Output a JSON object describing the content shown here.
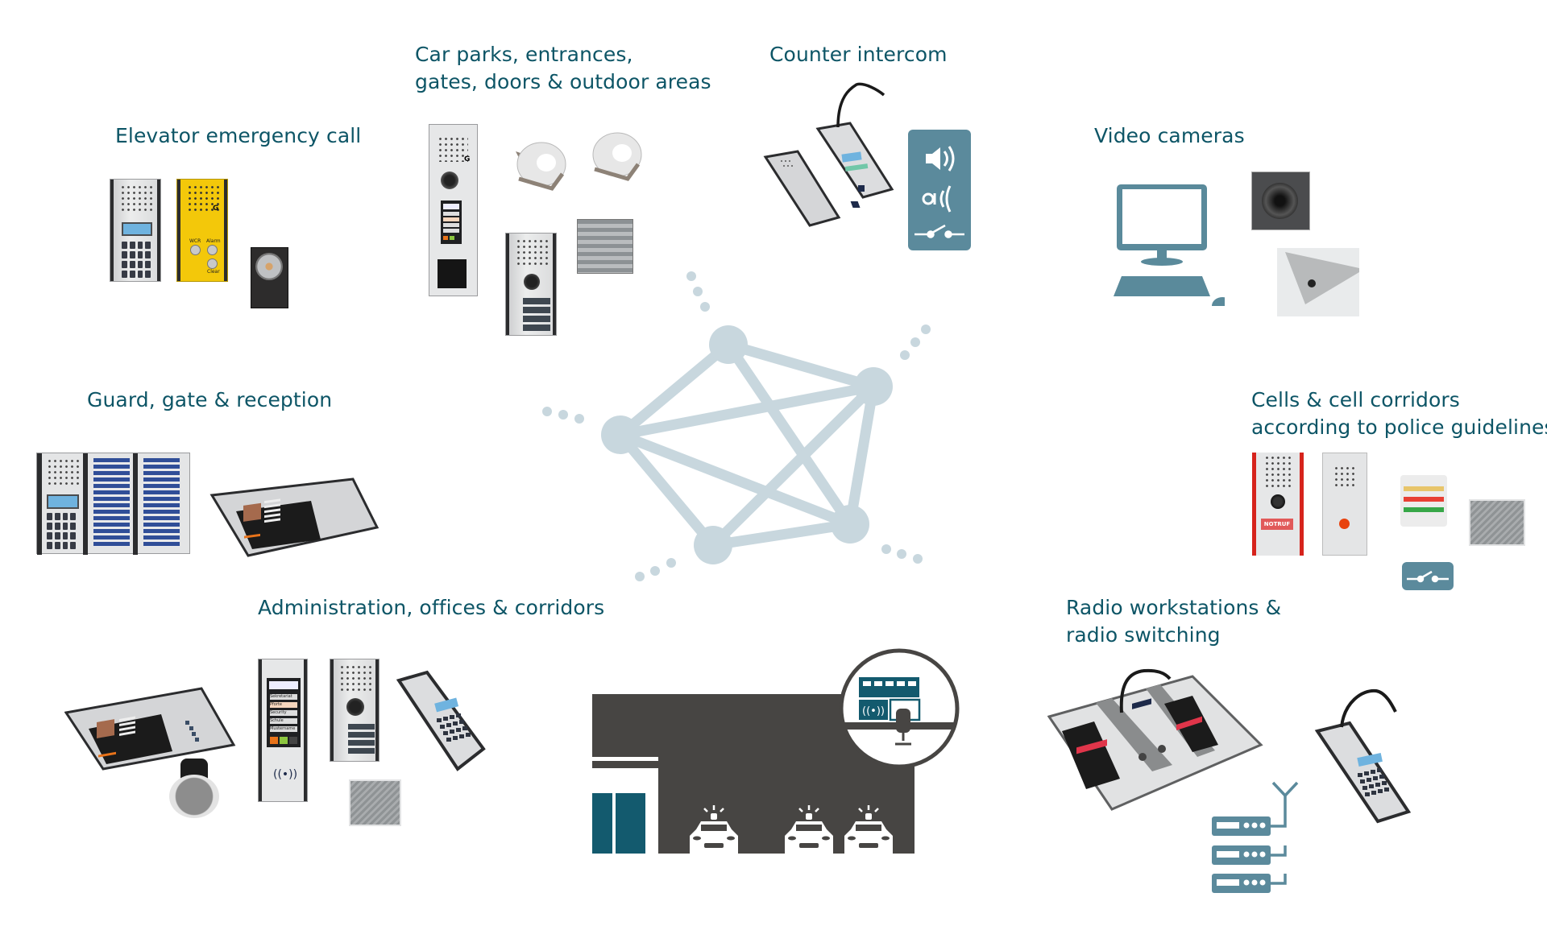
{
  "sections": {
    "elevator": {
      "title": "Elevator emergency call",
      "device_labels": [
        "WCR",
        "Alarm",
        "Clear"
      ]
    },
    "carparks": {
      "title_lines": [
        "Car parks, entrances,",
        "gates, doors & outdoor areas"
      ]
    },
    "counter": {
      "title": "Counter intercom"
    },
    "video": {
      "title": "Video cameras"
    },
    "guard": {
      "title": "Guard, gate & reception"
    },
    "cells": {
      "title_lines": [
        "Cells & cell corridors",
        "according to police guidelines"
      ],
      "panel_label": "NOTRUF"
    },
    "admin": {
      "title": "Administration, offices & corridors",
      "screen_items": [
        "Sekretariat",
        "Pforte",
        "Security",
        "Schule",
        "Mustername"
      ]
    },
    "radio": {
      "title_lines": [
        "Radio workstations &",
        "radio switching"
      ]
    }
  },
  "network": {
    "nodes": [
      {
        "id": "top"
      },
      {
        "id": "right"
      },
      {
        "id": "left"
      },
      {
        "id": "bottom-left"
      },
      {
        "id": "bottom-right"
      }
    ]
  },
  "colors": {
    "title_text": "#0d5566",
    "icon_teal": "#5b8a9c",
    "network": "#c8d7de",
    "building": "#474543",
    "door_teal": "#135a6e"
  },
  "icons": [
    "speaker-icon",
    "microphone-icon",
    "switch-icon",
    "monitor-icon",
    "server-icon",
    "antenna-icon",
    "police-car-icon",
    "office-chair-icon",
    "rfid-icon"
  ]
}
